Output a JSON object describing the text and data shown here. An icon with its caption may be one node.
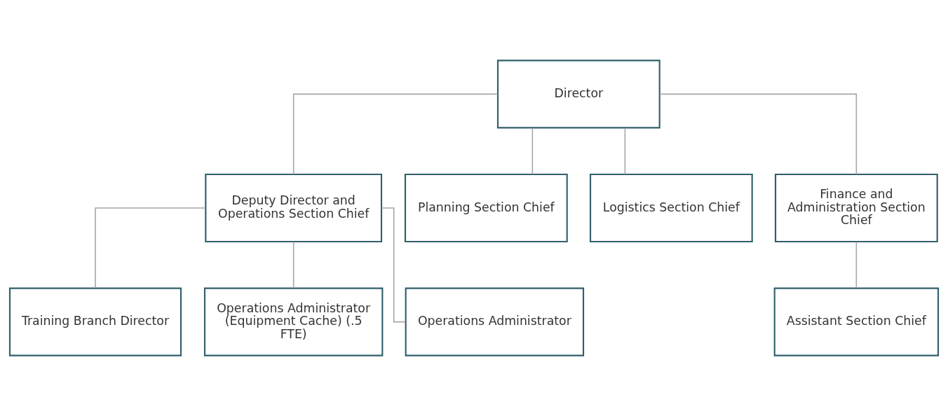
{
  "diagram": {
    "nodes": [
      {
        "text": [
          "Director"
        ]
      },
      {
        "text": [
          "Deputy Director and Operations Section Chief"
        ]
      },
      {
        "text": [
          "Planning Section Chief"
        ]
      },
      {
        "text": [
          "Logistics Section Chief"
        ]
      },
      {
        "text": [
          "Finance and Administration Section Chief"
        ]
      },
      {
        "text": [
          "Training Branch Director"
        ]
      },
      {
        "text": [
          "Operations Administrator (Equipment Cache) (.5 FTE)"
        ]
      },
      {
        "text": [
          "Operations Administrator"
        ]
      },
      {
        "text": [
          "Assistant Section Chief"
        ]
      }
    ],
    "edges": [
      {
        "from": 0,
        "to": 1,
        "arrow": "none"
      },
      {
        "from": 0,
        "to": 2,
        "arrow": "none"
      },
      {
        "from": 0,
        "to": 3,
        "arrow": "none"
      },
      {
        "from": 0,
        "to": 4,
        "arrow": "none"
      },
      {
        "from": 1,
        "to": 5,
        "arrow": "none"
      },
      {
        "from": 1,
        "to": 6,
        "arrow": "none"
      },
      {
        "from": 1,
        "to": 7,
        "arrow": "none"
      },
      {
        "from": 4,
        "to": 8,
        "arrow": "none"
      }
    ]
  }
}
